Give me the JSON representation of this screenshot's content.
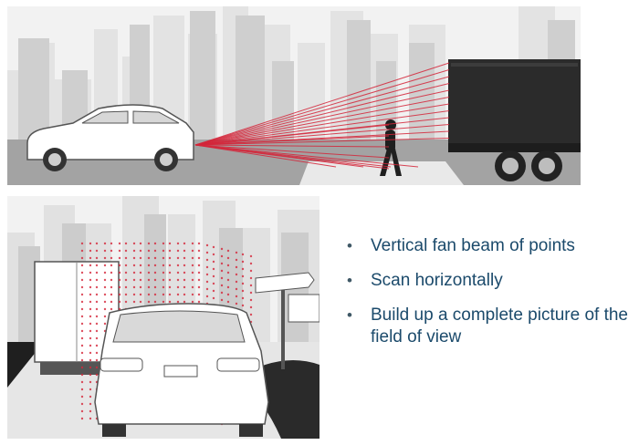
{
  "bullets": [
    "Vertical fan beam of points",
    "Scan horizontally",
    "Build up a complete picture of the field of view"
  ],
  "colors": {
    "laser": "#d4263a",
    "skyline_far": "#e1e1e1",
    "skyline_near": "#cfcfcf",
    "road": "#999999",
    "bullet_text": "#1b4a6b"
  }
}
